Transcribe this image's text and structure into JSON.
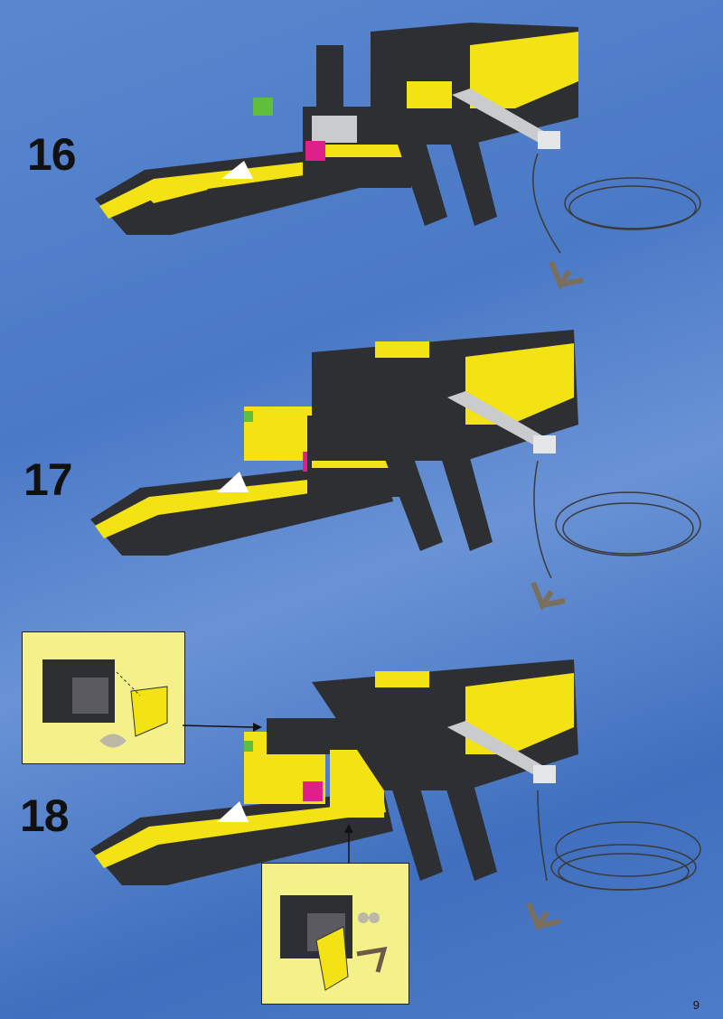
{
  "steps": [
    {
      "number": "16"
    },
    {
      "number": "17"
    },
    {
      "number": "18"
    }
  ],
  "page": {
    "number": "9"
  },
  "colors": {
    "background": "#4a79c6",
    "brick_black": "#2e2f33",
    "brick_yellow": "#f3e214",
    "brick_gray": "#c9cbcc",
    "callout": "#f4f08a",
    "accent_green": "#5fbf3a",
    "accent_magenta": "#e0208a"
  },
  "icons": [
    "boat-model",
    "anchor-icon",
    "rope-icon",
    "callout-arrow-icon",
    "brick-icon"
  ]
}
